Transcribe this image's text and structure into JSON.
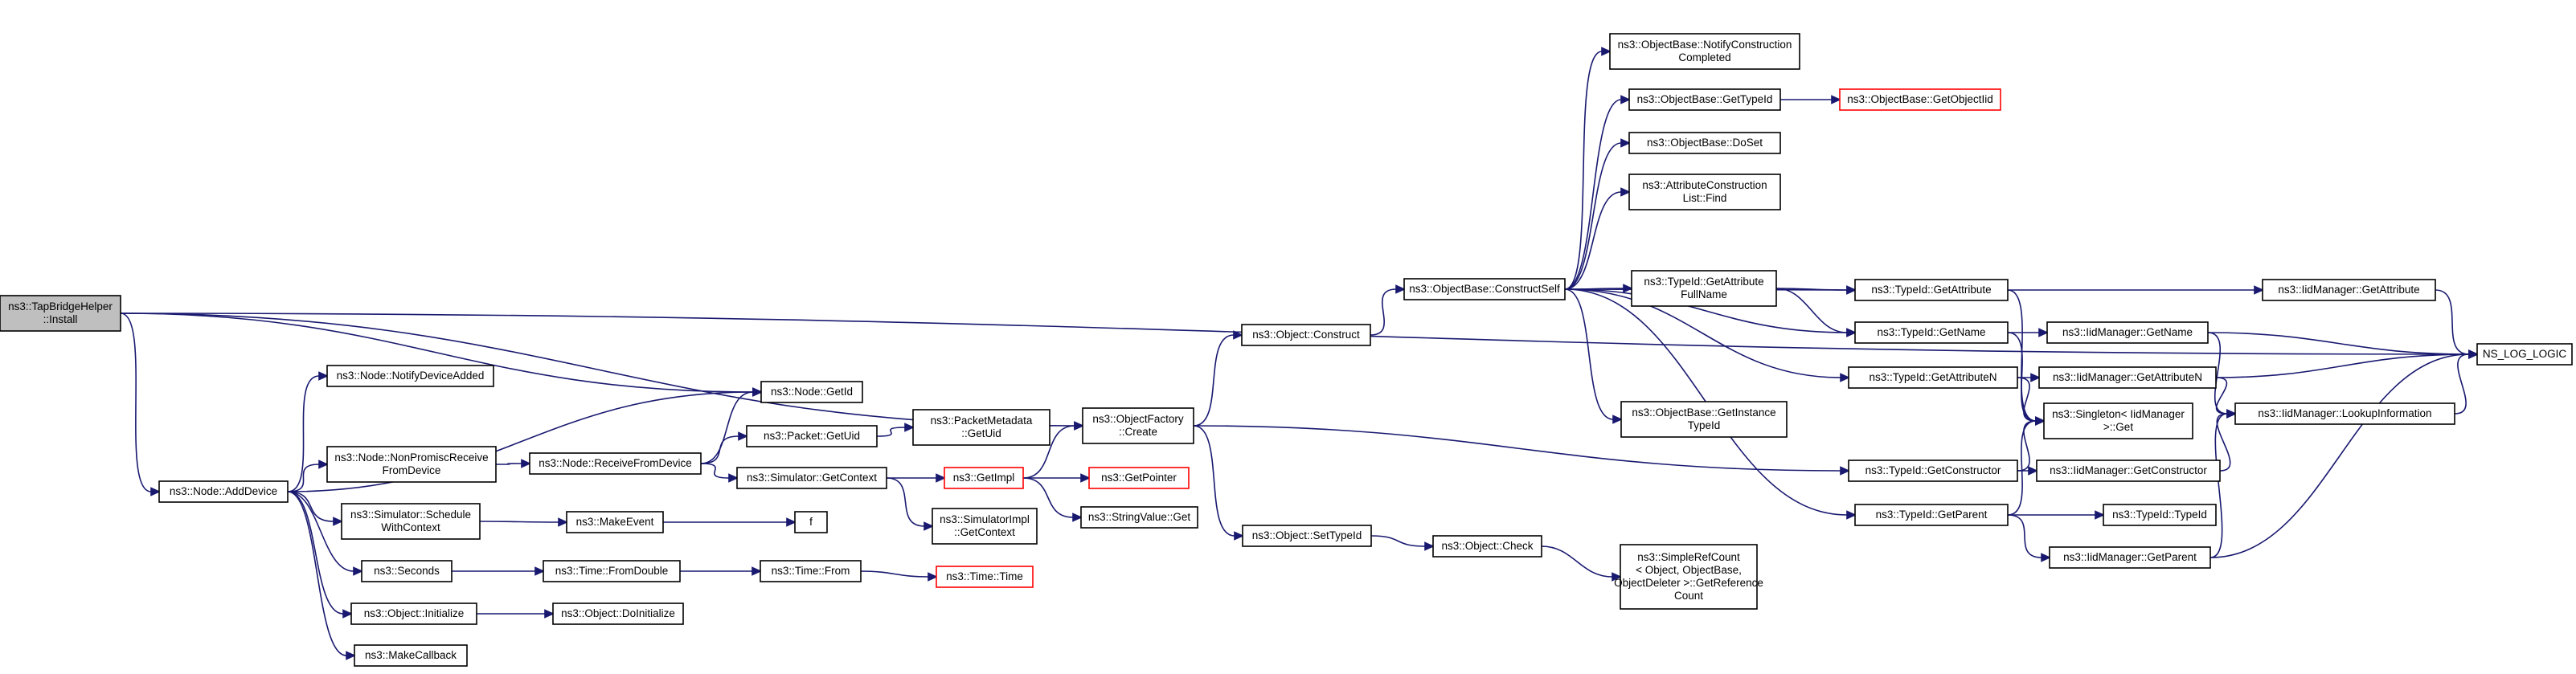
{
  "graph": {
    "title": "",
    "edge_color": "#191970",
    "root_fill": "#bfbfbf",
    "truncated_border": "#ff0000",
    "nodes": [
      {
        "id": "root",
        "lines": [
          "ns3::TapBridgeHelper",
          "::Install"
        ],
        "style": "root"
      },
      {
        "id": "addDevice",
        "lines": [
          "ns3::Node::AddDevice"
        ]
      },
      {
        "id": "notifyDeviceAdded",
        "lines": [
          "ns3::Node::NotifyDeviceAdded"
        ]
      },
      {
        "id": "nodeGetId",
        "lines": [
          "ns3::Node::GetId"
        ]
      },
      {
        "id": "nonPromisc",
        "lines": [
          "ns3::Node::NonPromiscReceive",
          "FromDevice"
        ]
      },
      {
        "id": "receiveFromDevice",
        "lines": [
          "ns3::Node::ReceiveFromDevice"
        ]
      },
      {
        "id": "packetGetUid",
        "lines": [
          "ns3::Packet::GetUid"
        ]
      },
      {
        "id": "packetMetaGetUid",
        "lines": [
          "ns3::PacketMetadata",
          "::GetUid"
        ]
      },
      {
        "id": "simGetContext",
        "lines": [
          "ns3::Simulator::GetContext"
        ]
      },
      {
        "id": "getImpl",
        "lines": [
          "ns3::GetImpl"
        ],
        "style": "trunc"
      },
      {
        "id": "getPointer",
        "lines": [
          "ns3::GetPointer"
        ],
        "style": "trunc"
      },
      {
        "id": "stringValueGet",
        "lines": [
          "ns3::StringValue::Get"
        ]
      },
      {
        "id": "simImplGetContext",
        "lines": [
          "ns3::SimulatorImpl",
          "::GetContext"
        ]
      },
      {
        "id": "scheduleWithContext",
        "lines": [
          "ns3::Simulator::Schedule",
          "WithContext"
        ]
      },
      {
        "id": "makeEvent",
        "lines": [
          "ns3::MakeEvent"
        ]
      },
      {
        "id": "f",
        "lines": [
          "f"
        ]
      },
      {
        "id": "seconds",
        "lines": [
          "ns3::Seconds"
        ]
      },
      {
        "id": "fromDouble",
        "lines": [
          "ns3::Time::FromDouble"
        ]
      },
      {
        "id": "timeFrom",
        "lines": [
          "ns3::Time::From"
        ]
      },
      {
        "id": "timeTime",
        "lines": [
          "ns3::Time::Time"
        ],
        "style": "trunc"
      },
      {
        "id": "objInitialize",
        "lines": [
          "ns3::Object::Initialize"
        ]
      },
      {
        "id": "objDoInitialize",
        "lines": [
          "ns3::Object::DoInitialize"
        ]
      },
      {
        "id": "makeCallback",
        "lines": [
          "ns3::MakeCallback"
        ]
      },
      {
        "id": "factoryCreate",
        "lines": [
          "ns3::ObjectFactory",
          "::Create"
        ]
      },
      {
        "id": "objConstruct",
        "lines": [
          "ns3::Object::Construct"
        ]
      },
      {
        "id": "objSetTypeId",
        "lines": [
          "ns3::Object::SetTypeId"
        ]
      },
      {
        "id": "objCheck",
        "lines": [
          "ns3::Object::Check"
        ]
      },
      {
        "id": "simpleRefCount",
        "lines": [
          "ns3::SimpleRefCount",
          "< Object, ObjectBase,",
          "ObjectDeleter >::GetReference",
          "Count"
        ]
      },
      {
        "id": "constructSelf",
        "lines": [
          "ns3::ObjectBase::ConstructSelf"
        ]
      },
      {
        "id": "notifyConstruction",
        "lines": [
          "ns3::ObjectBase::NotifyConstruction",
          "Completed"
        ]
      },
      {
        "id": "obGetTypeId",
        "lines": [
          "ns3::ObjectBase::GetTypeId"
        ]
      },
      {
        "id": "getObjectIid",
        "lines": [
          "ns3::ObjectBase::GetObjectIid"
        ],
        "style": "trunc"
      },
      {
        "id": "doSet",
        "lines": [
          "ns3::ObjectBase::DoSet"
        ]
      },
      {
        "id": "attrFind",
        "lines": [
          "ns3::AttributeConstruction",
          "List::Find"
        ]
      },
      {
        "id": "getAttrFullName",
        "lines": [
          "ns3::TypeId::GetAttribute",
          "FullName"
        ]
      },
      {
        "id": "getInstanceTypeId",
        "lines": [
          "ns3::ObjectBase::GetInstance",
          "TypeId"
        ]
      },
      {
        "id": "tidGetAttribute",
        "lines": [
          "ns3::TypeId::GetAttribute"
        ]
      },
      {
        "id": "tidGetName",
        "lines": [
          "ns3::TypeId::GetName"
        ]
      },
      {
        "id": "tidGetAttributeN",
        "lines": [
          "ns3::TypeId::GetAttributeN"
        ]
      },
      {
        "id": "tidGetConstructor",
        "lines": [
          "ns3::TypeId::GetConstructor"
        ]
      },
      {
        "id": "tidGetParent",
        "lines": [
          "ns3::TypeId::GetParent"
        ]
      },
      {
        "id": "singletonGet",
        "lines": [
          "ns3::Singleton< IidManager",
          ">::Get"
        ]
      },
      {
        "id": "iidGetAttribute",
        "lines": [
          "ns3::IidManager::GetAttribute"
        ]
      },
      {
        "id": "iidGetName",
        "lines": [
          "ns3::IidManager::GetName"
        ]
      },
      {
        "id": "iidGetAttributeN",
        "lines": [
          "ns3::IidManager::GetAttributeN"
        ]
      },
      {
        "id": "iidGetConstructor",
        "lines": [
          "ns3::IidManager::GetConstructor"
        ]
      },
      {
        "id": "tidTypeId",
        "lines": [
          "ns3::TypeId::TypeId"
        ]
      },
      {
        "id": "iidGetParent",
        "lines": [
          "ns3::IidManager::GetParent"
        ]
      },
      {
        "id": "lookupInformation",
        "lines": [
          "ns3::IidManager::LookupInformation"
        ]
      },
      {
        "id": "nsLogLogic",
        "lines": [
          "NS_LOG_LOGIC"
        ]
      }
    ],
    "edges": [
      [
        "root",
        "addDevice"
      ],
      [
        "root",
        "nodeGetId"
      ],
      [
        "root",
        "factoryCreate"
      ],
      [
        "root",
        "nsLogLogic"
      ],
      [
        "addDevice",
        "notifyDeviceAdded"
      ],
      [
        "addDevice",
        "nodeGetId"
      ],
      [
        "addDevice",
        "nonPromisc"
      ],
      [
        "addDevice",
        "scheduleWithContext"
      ],
      [
        "addDevice",
        "seconds"
      ],
      [
        "addDevice",
        "objInitialize"
      ],
      [
        "addDevice",
        "makeCallback"
      ],
      [
        "nonPromisc",
        "receiveFromDevice"
      ],
      [
        "receiveFromDevice",
        "nodeGetId"
      ],
      [
        "receiveFromDevice",
        "packetGetUid"
      ],
      [
        "receiveFromDevice",
        "simGetContext"
      ],
      [
        "packetGetUid",
        "packetMetaGetUid"
      ],
      [
        "simGetContext",
        "getImpl"
      ],
      [
        "simGetContext",
        "simImplGetContext"
      ],
      [
        "getImpl",
        "factoryCreate"
      ],
      [
        "getImpl",
        "getPointer"
      ],
      [
        "getImpl",
        "stringValueGet"
      ],
      [
        "scheduleWithContext",
        "makeEvent"
      ],
      [
        "makeEvent",
        "f"
      ],
      [
        "seconds",
        "fromDouble"
      ],
      [
        "fromDouble",
        "timeFrom"
      ],
      [
        "timeFrom",
        "timeTime"
      ],
      [
        "objInitialize",
        "objDoInitialize"
      ],
      [
        "factoryCreate",
        "objConstruct"
      ],
      [
        "factoryCreate",
        "objSetTypeId"
      ],
      [
        "factoryCreate",
        "tidGetConstructor"
      ],
      [
        "objConstruct",
        "constructSelf"
      ],
      [
        "objSetTypeId",
        "objCheck"
      ],
      [
        "objCheck",
        "simpleRefCount"
      ],
      [
        "constructSelf",
        "notifyConstruction"
      ],
      [
        "constructSelf",
        "obGetTypeId"
      ],
      [
        "constructSelf",
        "doSet"
      ],
      [
        "constructSelf",
        "attrFind"
      ],
      [
        "constructSelf",
        "getAttrFullName"
      ],
      [
        "constructSelf",
        "tidGetAttribute"
      ],
      [
        "constructSelf",
        "tidGetName"
      ],
      [
        "constructSelf",
        "tidGetAttributeN"
      ],
      [
        "constructSelf",
        "getInstanceTypeId"
      ],
      [
        "constructSelf",
        "tidGetParent"
      ],
      [
        "obGetTypeId",
        "getObjectIid"
      ],
      [
        "getAttrFullName",
        "tidGetAttribute"
      ],
      [
        "getAttrFullName",
        "tidGetName"
      ],
      [
        "tidGetAttribute",
        "iidGetAttribute"
      ],
      [
        "tidGetAttribute",
        "singletonGet"
      ],
      [
        "tidGetName",
        "iidGetName"
      ],
      [
        "tidGetName",
        "singletonGet"
      ],
      [
        "tidGetAttributeN",
        "iidGetAttributeN"
      ],
      [
        "tidGetAttributeN",
        "singletonGet"
      ],
      [
        "tidGetConstructor",
        "singletonGet"
      ],
      [
        "tidGetConstructor",
        "iidGetConstructor"
      ],
      [
        "tidGetParent",
        "singletonGet"
      ],
      [
        "tidGetParent",
        "tidTypeId"
      ],
      [
        "tidGetParent",
        "iidGetParent"
      ],
      [
        "iidGetAttribute",
        "nsLogLogic"
      ],
      [
        "iidGetName",
        "nsLogLogic"
      ],
      [
        "iidGetName",
        "lookupInformation"
      ],
      [
        "iidGetAttributeN",
        "nsLogLogic"
      ],
      [
        "iidGetAttributeN",
        "lookupInformation"
      ],
      [
        "iidGetConstructor",
        "lookupInformation"
      ],
      [
        "iidGetParent",
        "lookupInformation"
      ],
      [
        "iidGetParent",
        "nsLogLogic"
      ],
      [
        "lookupInformation",
        "nsLogLogic"
      ]
    ]
  }
}
